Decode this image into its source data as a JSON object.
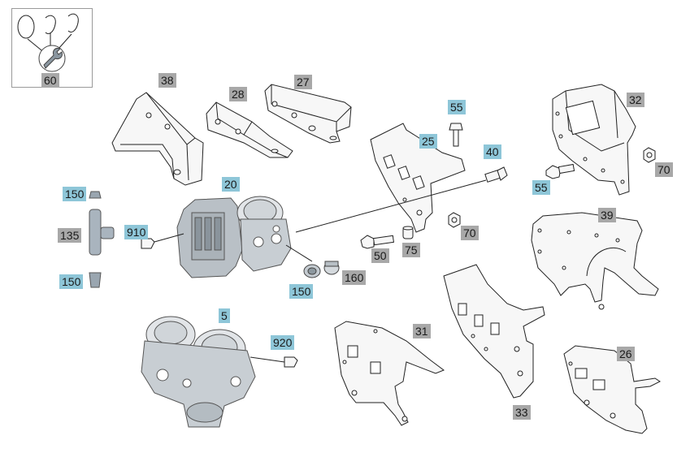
{
  "labels": {
    "p60": "60",
    "p38": "38",
    "p28": "28",
    "p27": "27",
    "p55a": "55",
    "p25": "25",
    "p40": "40",
    "p32": "32",
    "p70a": "70",
    "p55b": "55",
    "p20": "20",
    "p150a": "150",
    "p910": "910",
    "p135": "135",
    "p150b": "150",
    "p70b": "70",
    "p50": "50",
    "p75": "75",
    "p39": "39",
    "p160": "160",
    "p150c": "150",
    "p5": "5",
    "p920": "920",
    "p31": "31",
    "p33": "33",
    "p26": "26"
  },
  "colors": {
    "grey_label": "#a8a8a8",
    "blue_label": "#8ec6d8"
  }
}
